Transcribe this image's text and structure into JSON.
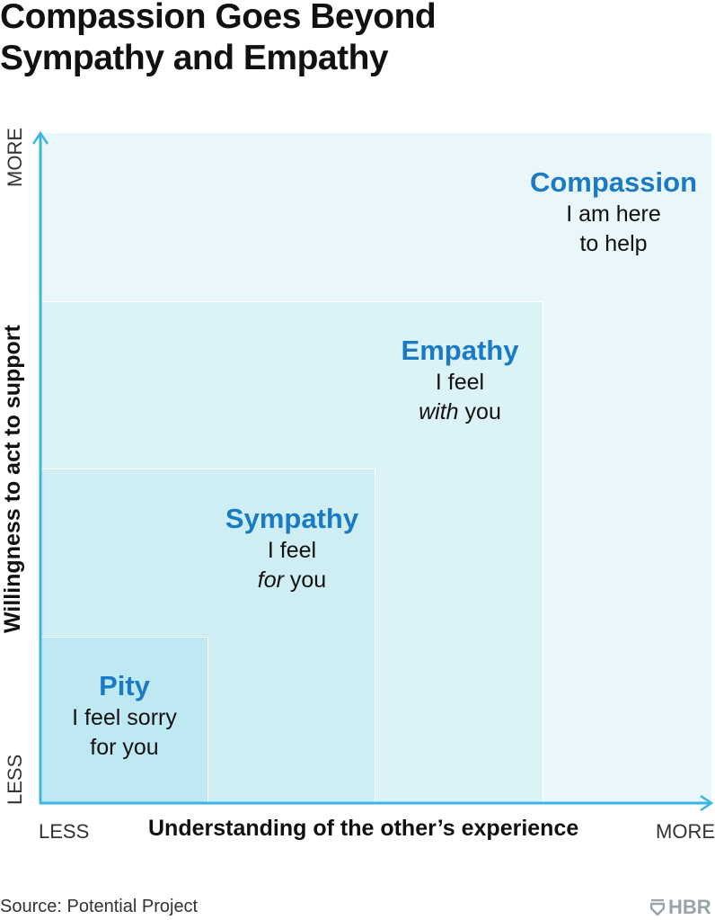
{
  "title_line1": "Compassion Goes Beyond",
  "title_line2": "Sympathy and Empathy",
  "levels": [
    {
      "name": "Pity",
      "line1": "I feel sorry",
      "line2": "for you"
    },
    {
      "name": "Sympathy",
      "line1": "I feel",
      "em": "for",
      "line2_rest": " you"
    },
    {
      "name": "Empathy",
      "line1": "I feel",
      "em": "with",
      "line2_rest": " you"
    },
    {
      "name": "Compassion",
      "line1": "I am here",
      "line2": "to help"
    }
  ],
  "y_axis": {
    "label": "Willingness to act to support",
    "low": "LESS",
    "high": "MORE"
  },
  "x_axis": {
    "label": "Understanding of the other’s experience",
    "low": "LESS",
    "high": "MORE"
  },
  "source": "Source: Potential Project",
  "logo": "HBR",
  "colors": {
    "accent": "#1a7bc4",
    "axis": "#3bb5e6"
  }
}
